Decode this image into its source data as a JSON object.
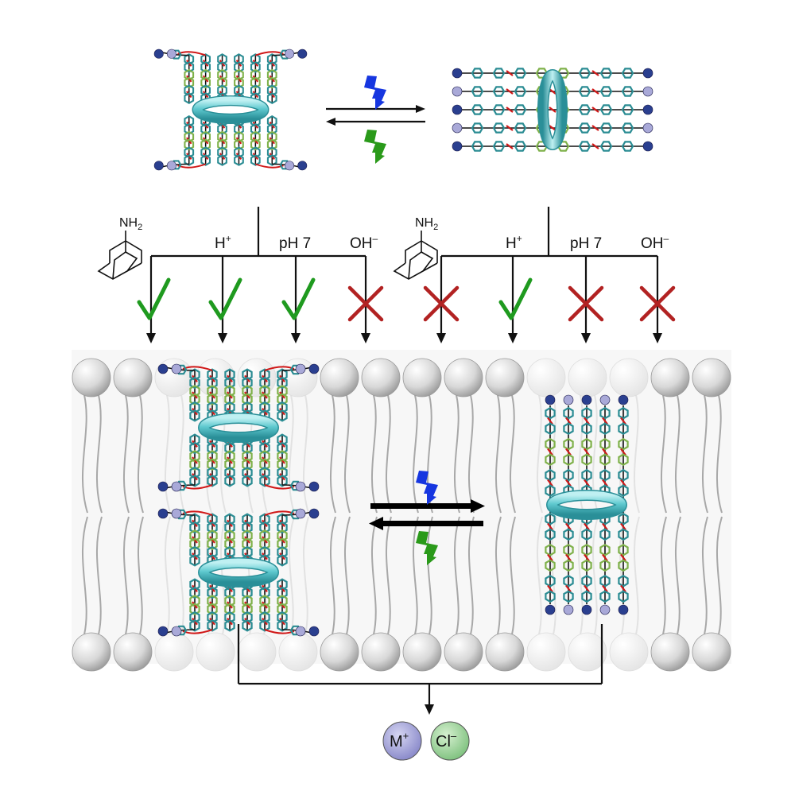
{
  "labels": {
    "left": {
      "h": "H",
      "h_sup": "+",
      "ph": "pH 7",
      "oh": "OH",
      "oh_sup": "–"
    },
    "right": {
      "h": "H",
      "h_sup": "+",
      "ph": "pH 7",
      "oh": "OH",
      "oh_sup": "–"
    },
    "amine": "NH",
    "amine_sub": "2"
  },
  "conditions": {
    "left": [
      "check",
      "check",
      "check",
      "cross"
    ],
    "right": [
      "cross",
      "check",
      "cross",
      "cross"
    ]
  },
  "ions": {
    "cation": "M",
    "cation_sup": "+",
    "anion": "Cl",
    "anion_sup": "–"
  },
  "colors": {
    "check": "#1f9a1f",
    "cross": "#b22222",
    "ring": "#3fb6bf",
    "phenyl_teal": "#2a8c93",
    "phenyl_green": "#7fb14a",
    "link_red": "#d01818",
    "end_dark": "#2a3f8f",
    "end_light": "#a9a9d8",
    "bolt_blue": "#1636e0",
    "bolt_green": "#2a9a1a",
    "cation_fill": "#9a9ad6",
    "anion_fill": "#8fcc8f"
  }
}
